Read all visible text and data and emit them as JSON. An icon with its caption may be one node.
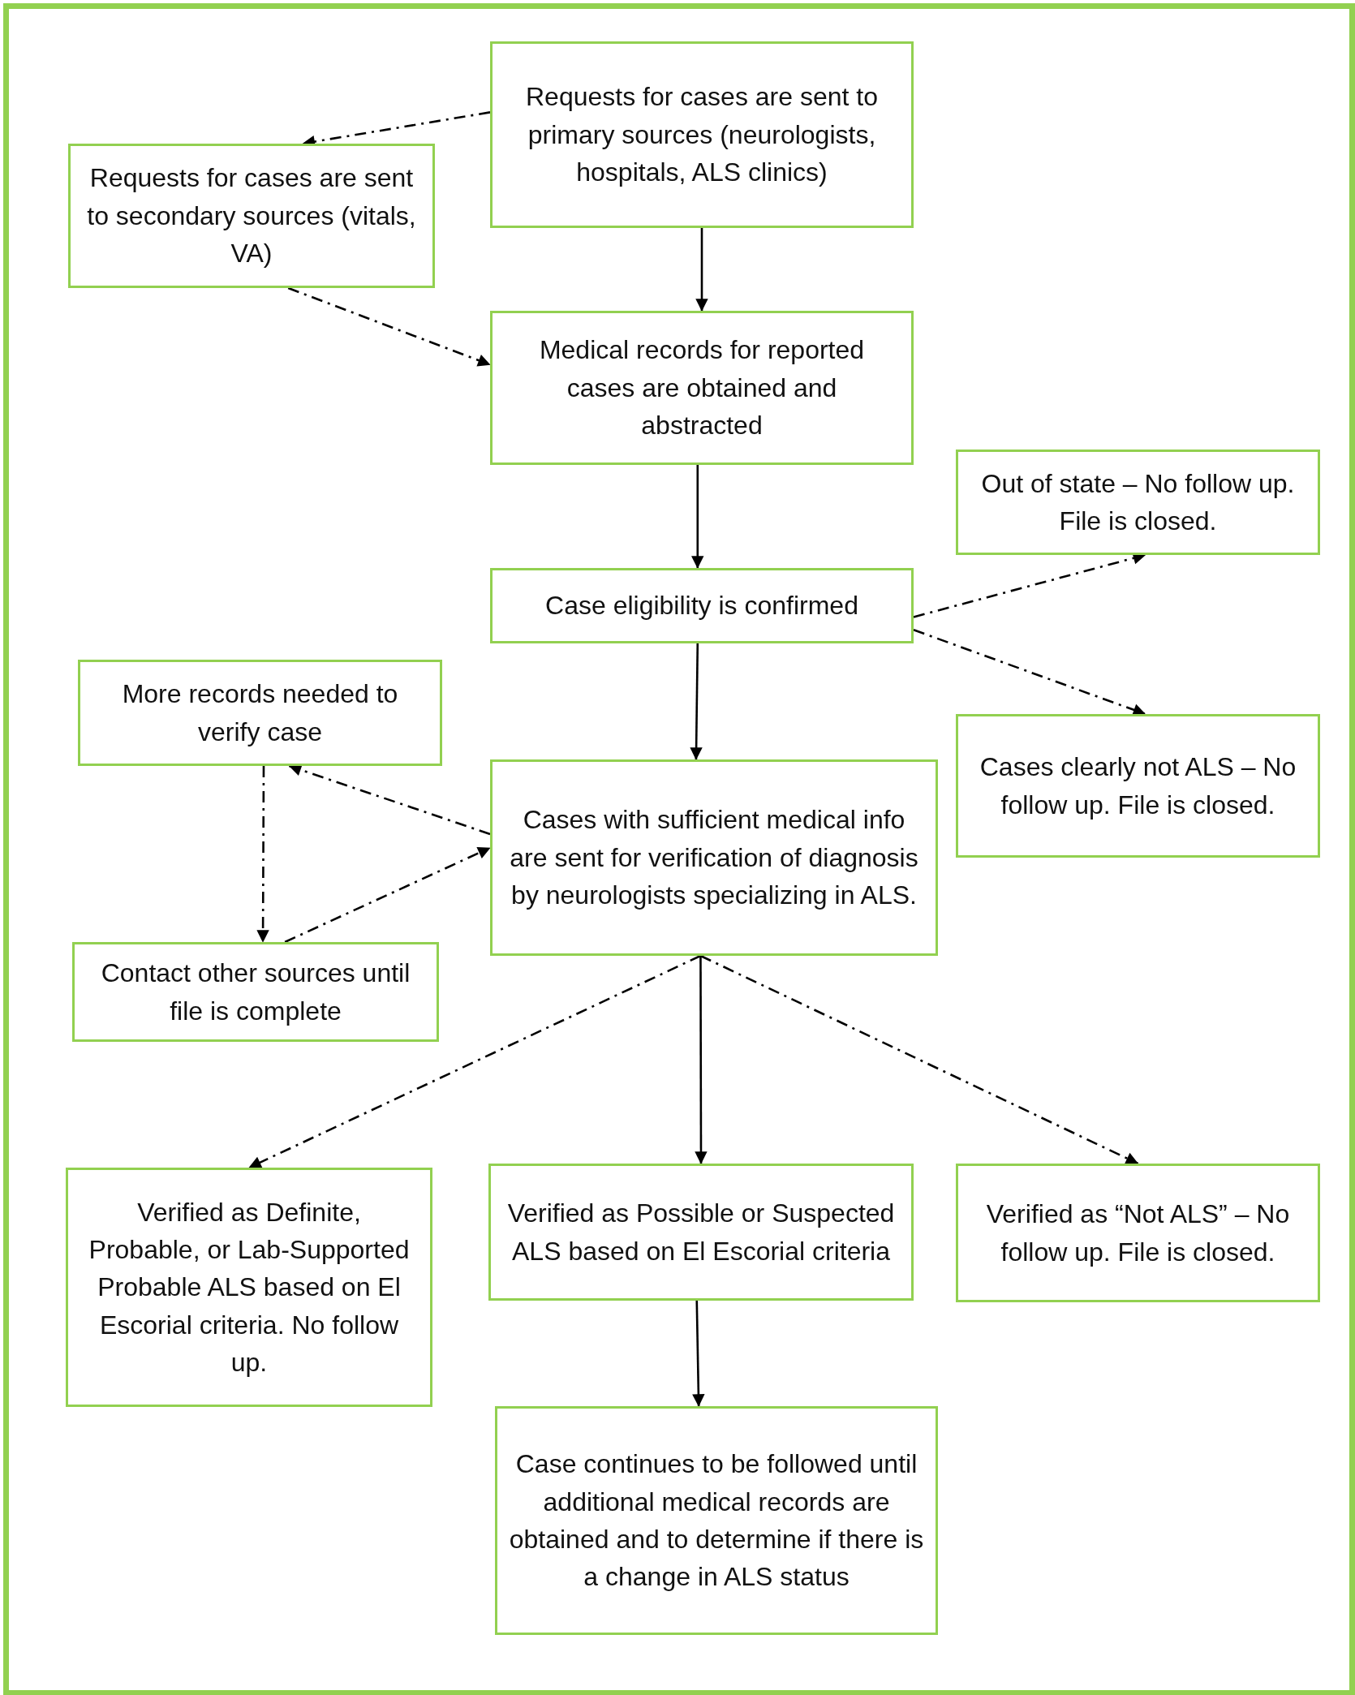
{
  "diagram": {
    "nodes": [
      {
        "text": [
          "Requests for cases are sent to primary sources (neurologists, hospitals, ALS clinics)"
        ]
      },
      {
        "text": [
          "Requests for cases are sent to secondary sources (vitals, VA)"
        ]
      },
      {
        "text": [
          "Medical records for reported cases are obtained and abstracted"
        ]
      },
      {
        "text": [
          "Out of state – No follow up. File is closed."
        ]
      },
      {
        "text": [
          "Case eligibility is confirmed"
        ]
      },
      {
        "text": [
          "More records needed to verify case"
        ]
      },
      {
        "text": [
          "Cases clearly not ALS – No follow up. File is closed."
        ]
      },
      {
        "text": [
          "Cases with sufficient medical info are sent for verification of diagnosis by neurologists specializing in ALS."
        ]
      },
      {
        "text": [
          "Contact other sources until file is complete"
        ]
      },
      {
        "text": [
          "Verified as Definite, Probable, or Lab-Supported Probable ALS based on El Escorial criteria. No follow up."
        ]
      },
      {
        "text": [
          "Verified as Possible or Suspected ALS based on El Escorial criteria"
        ]
      },
      {
        "text": [
          "Verified as “Not ALS” – No follow up. File is closed."
        ]
      },
      {
        "text": [
          "Case continues to be followed until additional medical records are obtained and to determine if there is a change in ALS status"
        ]
      }
    ],
    "edges": [
      {
        "from": 0,
        "to": 1,
        "arrow": "to",
        "style": "dashed"
      },
      {
        "from": 1,
        "to": 2,
        "arrow": "to",
        "style": "dashed"
      },
      {
        "from": 0,
        "to": 2,
        "arrow": "to"
      },
      {
        "from": 2,
        "to": 4,
        "arrow": "to"
      },
      {
        "from": 4,
        "to": 3,
        "arrow": "to",
        "style": "dashed"
      },
      {
        "from": 4,
        "to": 6,
        "arrow": "to",
        "style": "dashed"
      },
      {
        "from": 4,
        "to": 7,
        "arrow": "to"
      },
      {
        "from": 7,
        "to": 5,
        "arrow": "to",
        "style": "dashed"
      },
      {
        "from": 5,
        "to": 8,
        "arrow": "to",
        "style": "dashed"
      },
      {
        "from": 8,
        "to": 7,
        "arrow": "to",
        "style": "dashed"
      },
      {
        "from": 7,
        "to": 9,
        "arrow": "to",
        "style": "dashed"
      },
      {
        "from": 7,
        "to": 10,
        "arrow": "to"
      },
      {
        "from": 7,
        "to": 11,
        "arrow": "to",
        "style": "dashed"
      },
      {
        "from": 10,
        "to": 12,
        "arrow": "to"
      }
    ]
  }
}
